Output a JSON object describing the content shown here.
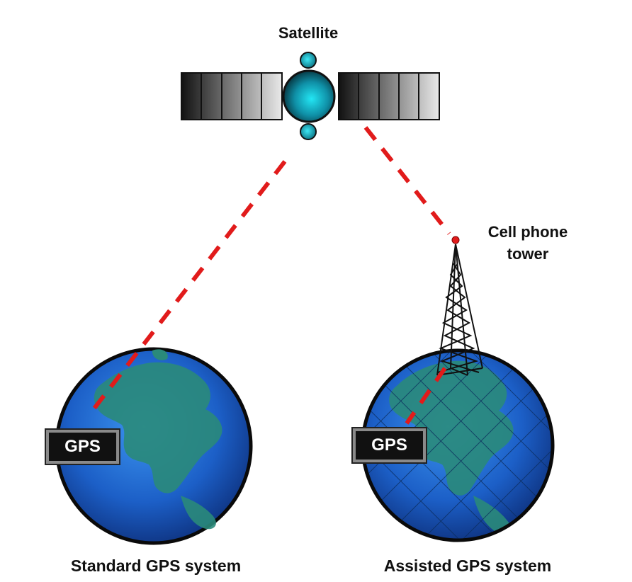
{
  "labels": {
    "satellite": "Satellite",
    "tower_line1": "Cell phone",
    "tower_line2": "tower",
    "standard": "Standard GPS system",
    "assisted": "Assisted GPS system"
  },
  "devices": {
    "left_gps": "GPS",
    "right_gps": "GPS"
  },
  "colors": {
    "signal_line": "#e11b1b",
    "ocean": "#1f6fd6",
    "land": "#2a8a7a",
    "satellite_body": "#18c3d8"
  },
  "icons": [
    "satellite-icon",
    "cell-tower-icon",
    "globe-icon"
  ]
}
